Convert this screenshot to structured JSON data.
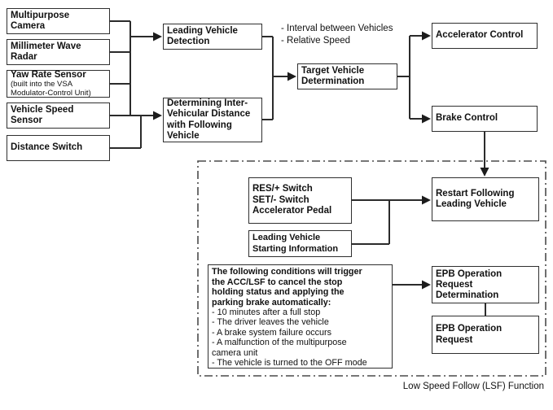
{
  "diagram": {
    "footer_label": "Low Speed Follow (LSF) Function",
    "colors": {
      "line": "#2b2b2b",
      "box_border": "#2f2f2f",
      "background": "#ffffff",
      "text": "#111111",
      "dashed_boundary": "#4a4a4a"
    },
    "nodes": {
      "multipurpose_camera": "Multipurpose\nCamera",
      "millimeter_wave_radar": "Millimeter Wave\nRadar",
      "yaw_rate_sensor": "Yaw Rate Sensor",
      "yaw_rate_sensor_sub": "(built into the VSA\nModulator-Control Unit)",
      "vehicle_speed_sensor": "Vehicle Speed\nSensor",
      "distance_switch": "Distance Switch",
      "leading_vehicle_detection": "Leading Vehicle\nDetection",
      "determining_inter_vehicular_distance": "Determining Inter-\nVehicular Distance\nwith Following\nVehicle",
      "target_vehicle_determination": "Target Vehicle\nDetermination",
      "accelerator_control": "Accelerator Control",
      "brake_control": "Brake Control",
      "res_set_accelerator": "RES/+ Switch\nSET/- Switch\nAccelerator Pedal",
      "leading_vehicle_starting_information": "Leading Vehicle\nStarting Information",
      "restart_following_leading_vehicle": "Restart Following\nLeading Vehicle",
      "epb_operation_request_determination": "EPB Operation\nRequest\nDetermination",
      "epb_operation_request": "EPB Operation\nRequest",
      "conditions_heading": "The following conditions will trigger\nthe ACC/LSF to cancel the stop\nholding status and applying the\nparking brake automatically:",
      "conditions_items": "- 10 minutes after a full stop\n- The driver leaves the vehicle\n- A brake system failure occurs\n- A malfunction of the multipurpose\ncamera unit\n- The vehicle is turned to the OFF mode"
    },
    "annotations": {
      "target_inputs": "- Interval between Vehicles\n- Relative Speed"
    }
  }
}
